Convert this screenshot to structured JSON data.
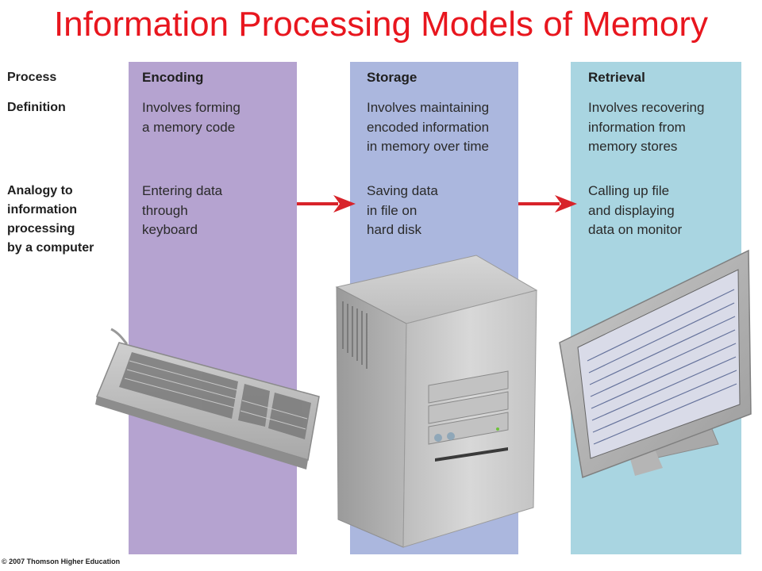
{
  "title": "Information Processing Models of Memory",
  "row_labels": {
    "process": "Process",
    "definition": "Definition",
    "analogy": "Analogy to\ninformation\nprocessing\nby a computer"
  },
  "columns": [
    {
      "heading": "Encoding",
      "definition": "Involves forming\na memory code",
      "analogy": "Entering data\nthrough\nkeyboard",
      "color": "#b5a3d0"
    },
    {
      "heading": "Storage",
      "definition": "Involves maintaining\nencoded information\nin memory over time",
      "analogy": "Saving data\nin file on\nhard disk",
      "color": "#abb7de"
    },
    {
      "heading": "Retrieval",
      "definition": "Involves recovering\ninformation from\nmemory stores",
      "analogy": "Calling up file\nand displaying\ndata on monitor",
      "color": "#a9d5e1"
    }
  ],
  "arrow_color": "#d8232a",
  "title_color": "#e8161e",
  "copyright": "© 2007 Thomson Higher Education",
  "images": [
    "keyboard-illustration",
    "computer-tower-illustration",
    "monitor-illustration"
  ]
}
